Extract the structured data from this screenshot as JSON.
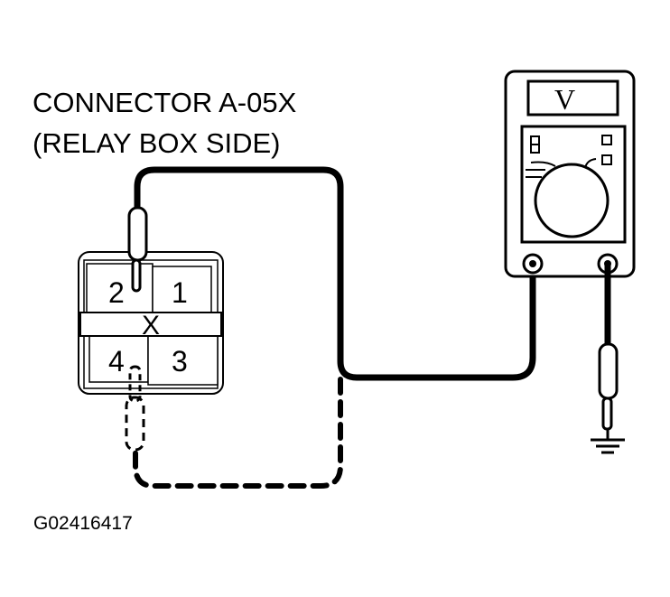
{
  "title": {
    "line1": "CONNECTOR A-05X",
    "line2": "(RELAY BOX SIDE)"
  },
  "connector": {
    "terminals": {
      "t1": "1",
      "t2": "2",
      "t3": "3",
      "t4": "4"
    },
    "center_mark": "X"
  },
  "meter": {
    "display_unit": "V"
  },
  "figure_id": "G02416417",
  "icons": {
    "meter": "multimeter-icon",
    "probe": "test-probe-icon",
    "ground": "ground-symbol-icon"
  }
}
